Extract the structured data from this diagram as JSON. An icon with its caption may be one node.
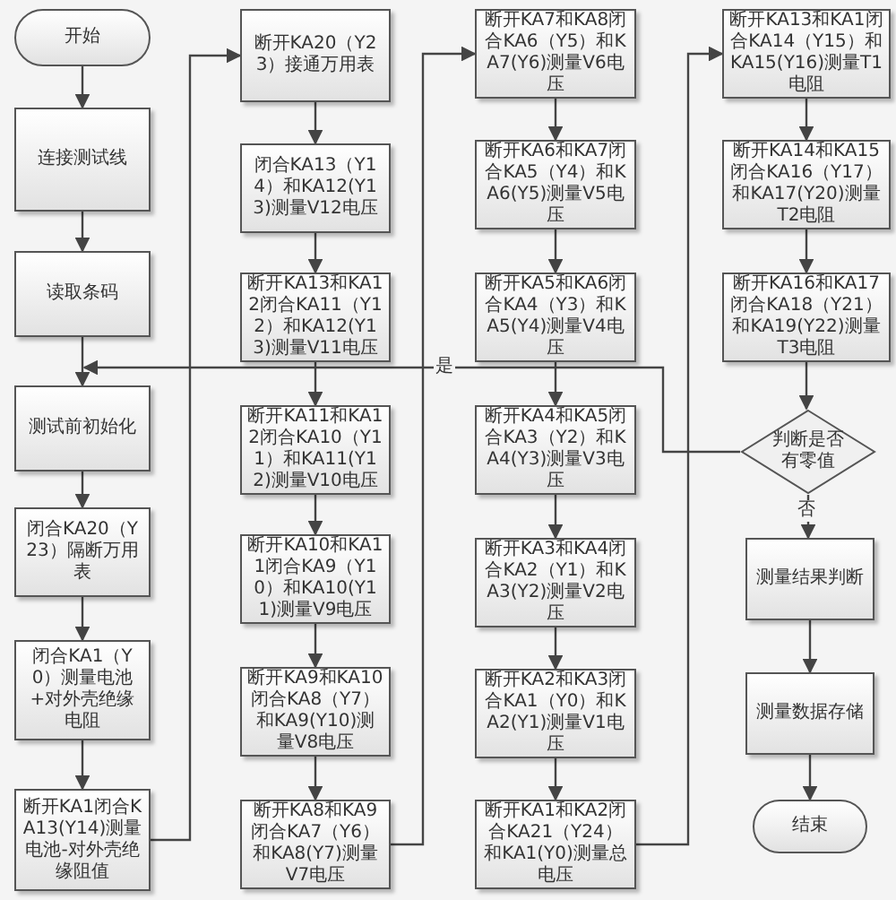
{
  "diagram": {
    "nodes": [
      {
        "text": [
          "开始"
        ]
      },
      {
        "text": [
          "连接测试线"
        ]
      },
      {
        "text": [
          "读取条码"
        ]
      },
      {
        "text": [
          "测试前初始化"
        ]
      },
      {
        "text": [
          "闭合KA20（Y23）隔断万用表"
        ]
      },
      {
        "text": [
          "闭合KA1（Y0）测量电池+对外壳绝缘电阻"
        ]
      },
      {
        "text": [
          "断开KA1闭合KA13(Y14)测量电池-对外壳绝缘阻值"
        ]
      },
      {
        "text": [
          "断开KA20（Y23）接通万用表"
        ]
      },
      {
        "text": [
          "闭合KA13（Y14）和KA12(Y13)测量V12电压"
        ]
      },
      {
        "text": [
          "断开KA13和KA12闭合KA11（Y12）和KA12(Y13)测量V11电压"
        ]
      },
      {
        "text": [
          "断开KA11和KA12闭合KA10（Y11）和KA11(Y12)测量V10电压"
        ]
      },
      {
        "text": [
          "断开KA10和KA11闭合KA9（Y10）和KA10(Y11)测量V9电压"
        ]
      },
      {
        "text": [
          "断开KA9和KA10闭合KA8（Y7）和KA9(Y10)测量V8电压"
        ]
      },
      {
        "text": [
          "断开KA8和KA9闭合KA7（Y6）和KA8(Y7)测量V7电压"
        ]
      },
      {
        "text": [
          "断开KA7和KA8闭合KA6（Y5）和KA7(Y6)测量V6电压"
        ]
      },
      {
        "text": [
          "断开KA6和KA7闭合KA5（Y4）和KA6(Y5)测量V5电压"
        ]
      },
      {
        "text": [
          "断开KA5和KA6闭合KA4（Y3）和KA5(Y4)测量V4电压"
        ]
      },
      {
        "text": [
          "断开KA4和KA5闭合KA3（Y2）和KA4(Y3)测量V3电压"
        ]
      },
      {
        "text": [
          "断开KA3和KA4闭合KA2（Y1）和KA3(Y2)测量V2电压"
        ]
      },
      {
        "text": [
          "断开KA2和KA3闭合KA1（Y0）和KA2(Y1)测量V1电压"
        ]
      },
      {
        "text": [
          "断开KA1和KA2闭合KA21（Y24）和KA1(Y0)测量总电压"
        ]
      },
      {
        "text": [
          "断开KA13和KA1闭合KA14（Y15）和KA15(Y16)测量T1电阻"
        ]
      },
      {
        "text": [
          "断开KA14和KA15闭合KA16（Y17）和KA17(Y20)测量T2电阻"
        ]
      },
      {
        "text": [
          "断开KA16和KA17闭合KA18（Y21）和KA19(Y22)测量T3电阻"
        ]
      },
      {
        "text": [
          "判断是否有零值"
        ]
      },
      {
        "text": [
          "测量结果判断"
        ]
      },
      {
        "text": [
          "测量数据存储"
        ]
      },
      {
        "text": [
          "结束"
        ]
      }
    ],
    "edges": [
      {
        "from": 0,
        "to": 1,
        "arrow": "to"
      },
      {
        "from": 1,
        "to": 2,
        "arrow": "to"
      },
      {
        "from": 2,
        "to": 3,
        "arrow": "to"
      },
      {
        "from": 3,
        "to": 4,
        "arrow": "to"
      },
      {
        "from": 4,
        "to": 5,
        "arrow": "to"
      },
      {
        "from": 5,
        "to": 6,
        "arrow": "to"
      },
      {
        "from": 6,
        "to": 7,
        "arrow": "to"
      },
      {
        "from": 7,
        "to": 8,
        "arrow": "to"
      },
      {
        "from": 8,
        "to": 9,
        "arrow": "to"
      },
      {
        "from": 9,
        "to": 10,
        "arrow": "to"
      },
      {
        "from": 10,
        "to": 11,
        "arrow": "to"
      },
      {
        "from": 11,
        "to": 12,
        "arrow": "to"
      },
      {
        "from": 12,
        "to": 13,
        "arrow": "to"
      },
      {
        "from": 13,
        "to": 14,
        "arrow": "to"
      },
      {
        "from": 14,
        "to": 15,
        "arrow": "to"
      },
      {
        "from": 15,
        "to": 16,
        "arrow": "to"
      },
      {
        "from": 16,
        "to": 17,
        "arrow": "to"
      },
      {
        "from": 17,
        "to": 18,
        "arrow": "to"
      },
      {
        "from": 18,
        "to": 19,
        "arrow": "to"
      },
      {
        "from": 19,
        "to": 20,
        "arrow": "to"
      },
      {
        "from": 20,
        "to": 21,
        "arrow": "to"
      },
      {
        "from": 21,
        "to": 22,
        "arrow": "to"
      },
      {
        "from": 22,
        "to": 23,
        "arrow": "to"
      },
      {
        "from": 23,
        "to": 24,
        "arrow": "to"
      },
      {
        "from": 24,
        "to": 3,
        "label": "是",
        "arrow": "to"
      },
      {
        "from": 24,
        "to": 25,
        "label": "否",
        "arrow": "to"
      },
      {
        "from": 25,
        "to": 26,
        "arrow": "to"
      },
      {
        "from": 26,
        "to": 27,
        "arrow": "to"
      }
    ]
  }
}
